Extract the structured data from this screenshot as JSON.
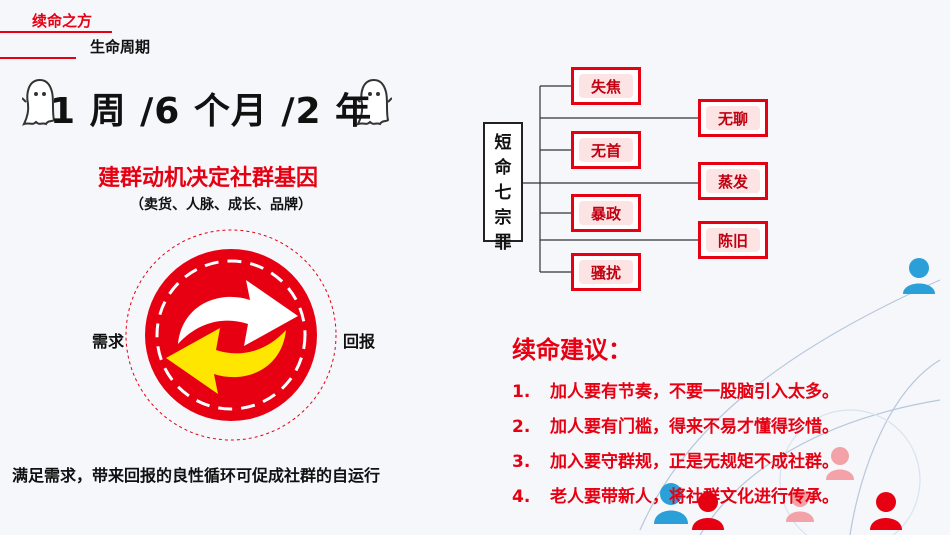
{
  "header": {
    "brand": "续命之方",
    "section": "生命周期"
  },
  "lifecycle_title": "1 周 /6 个月 /2 年",
  "motive": {
    "title": "建群动机决定社群基因",
    "subtitle": "（卖货、人脉、成长、品牌）"
  },
  "cycle": {
    "left_label": "需求",
    "right_label": "回报",
    "caption": "满足需求，带来回报的良性循环可促成社群的自运行"
  },
  "sins": {
    "title_chars": [
      "短",
      "命",
      "七",
      "宗",
      "罪"
    ],
    "left_column": [
      "失焦",
      "无首",
      "暴政",
      "骚扰"
    ],
    "right_column": [
      "无聊",
      "蒸发",
      "陈旧"
    ]
  },
  "advice": {
    "title": "续命建议：",
    "items": [
      {
        "num": "1.",
        "text": "加人要有节奏，不要一股脑引入太多。"
      },
      {
        "num": "2.",
        "text": "加人要有门槛，得来不易才懂得珍惜。"
      },
      {
        "num": "3.",
        "text": "加入要守群规，正是无规矩不成社群。"
      },
      {
        "num": "4.",
        "text": "老人要带新人，将社群文化进行传承。"
      }
    ]
  },
  "colors": {
    "accent": "#e60012",
    "arrow_white": "#ffffff",
    "arrow_yellow": "#ffe600",
    "person_blue": "#2a9fd8",
    "person_red": "#e60012"
  },
  "icons": [
    "ghost-icon",
    "cycle-arrows-icon",
    "person-icon"
  ]
}
